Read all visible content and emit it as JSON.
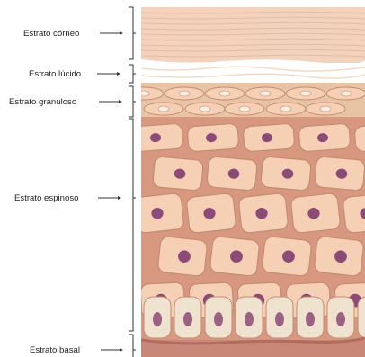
{
  "labels": [
    "Estrato córneo",
    "Estrato lúcido",
    "Estrato granuloso",
    "Estrato espinoso",
    "Estrato basal"
  ],
  "colors": {
    "corneum": "#f2d2bc",
    "corneum_stripe": "#e6bca2",
    "lucidum": "#ffffff",
    "granulosum": "#e8c4a4",
    "cell_fill": "#f6d0b4",
    "cell_edge": "#c48b74",
    "intercellular": "#d89880",
    "nucleus": "#8c4a78",
    "basal_fill": "#efe2cf",
    "dermis": "#c98877",
    "bracket": "#333333"
  }
}
